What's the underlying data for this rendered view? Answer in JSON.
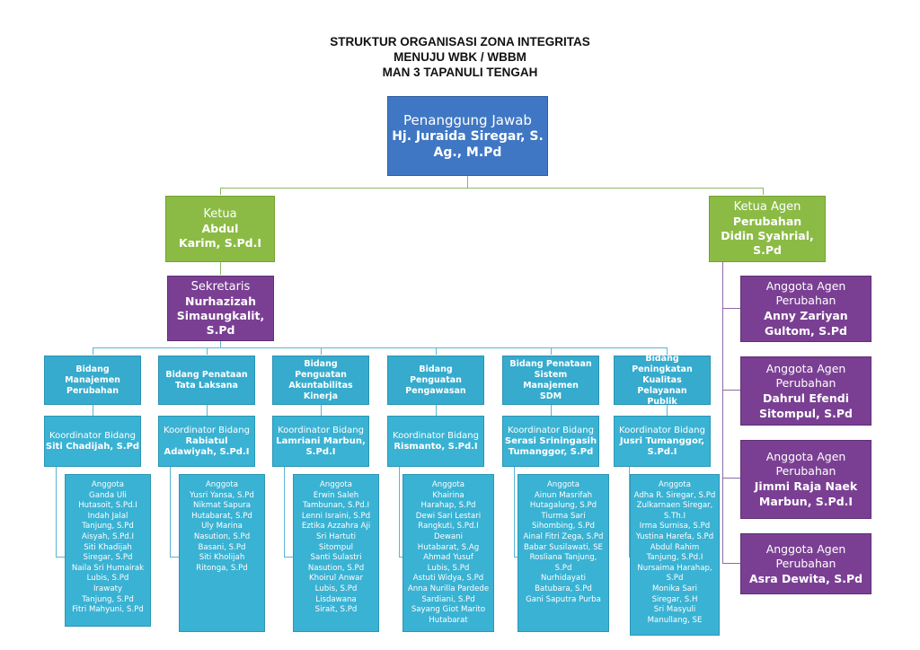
{
  "title": {
    "line1": "STRUKTUR ORGANISASI ZONA INTEGRITAS",
    "line2": "MENUJU WBK / WBBM",
    "line3": "MAN 3 TAPANULI TENGAH"
  },
  "penanggung_jawab": {
    "role": "Penanggung Jawab",
    "name_line1": "Hj. Juraida Siregar, S.",
    "name_line2": "Ag., M.Pd"
  },
  "ketua": {
    "role": "Ketua",
    "name_line1": "Abdul",
    "name_line2": "Karim, S.Pd.I"
  },
  "sekretaris": {
    "role": "Sekretaris",
    "name_line1": "Nurhazizah",
    "name_line2": "Simaungkalit, S.Pd"
  },
  "ketua_agen": {
    "role": "Ketua Agen",
    "name_line1": "Perubahan",
    "name_line2": "Didin Syahrial, S.Pd"
  },
  "anggota_agen": [
    {
      "role1": "Anggota Agen",
      "role2": "Perubahan",
      "name1": "Anny Zariyan",
      "name2": "Gultom, S.Pd"
    },
    {
      "role1": "Anggota Agen",
      "role2": "Perubahan",
      "name1": "Dahrul Efendi",
      "name2": "Sitompul, S.Pd"
    },
    {
      "role1": "Anggota Agen",
      "role2": "Perubahan",
      "name1": "Jimmi Raja Naek",
      "name2": "Marbun, S.Pd.I"
    },
    {
      "role1": "Anggota Agen",
      "role2": "Perubahan",
      "name1": "Asra Dewita, S.Pd",
      "name2": ""
    }
  ],
  "bidang": [
    {
      "title": [
        "Bidang Manajemen",
        "Perubahan"
      ],
      "koordinator_label": "Koordinator Bidang",
      "koordinator": [
        "Siti Chadijah, S.Pd"
      ],
      "anggota": [
        "Anggota",
        "Ganda Uli",
        "Hutasoit, S.Pd.I",
        "Indah Jalal",
        "Tanjung, S.Pd",
        "Aisyah, S.Pd.I",
        "Siti Khadijah",
        "Siregar, S.Pd",
        "Naila Sri Humairak",
        "Lubis, S.Pd",
        "Irawaty",
        "Tanjung, S.Pd",
        "Fitri Mahyuni, S.Pd"
      ]
    },
    {
      "title": [
        "Bidang Penataan",
        "Tata Laksana"
      ],
      "koordinator_label": "Koordinator Bidang",
      "koordinator": [
        "Rabiatul",
        "Adawiyah, S.Pd.I"
      ],
      "anggota": [
        "Anggota",
        "Yusri Yansa, S.Pd",
        "Nikmat Sapura",
        "Hutabarat, S.Pd",
        "Uly Marina",
        "Nasution, S.Pd",
        "Basani, S.Pd",
        "Siti Kholijah",
        "Ritonga, S.Pd"
      ]
    },
    {
      "title": [
        "Bidang Penguatan",
        "Akuntabilitas Kinerja"
      ],
      "koordinator_label": "Koordinator Bidang",
      "koordinator": [
        "Lamriani Marbun,",
        "S.Pd.I"
      ],
      "anggota": [
        "Anggota",
        "Erwin Saleh",
        "Tambunan, S.Pd.I",
        "Lenni Israini, S.Pd",
        "Eztika Azzahra Aji",
        "Sri Hartuti",
        "Sitompul",
        "Santi Sulastri",
        "Nasution, S.Pd",
        "Khoirul Anwar",
        "Lubis, S.Pd",
        "Lisdawana",
        "Sirait, S.Pd"
      ]
    },
    {
      "title": [
        "Bidang Penguatan",
        "Pengawasan"
      ],
      "koordinator_label": "Koordinator Bidang",
      "koordinator": [
        "Rismanto, S.Pd.I"
      ],
      "anggota": [
        "Anggota",
        "Khairina",
        "Harahap, S.Pd",
        "Dewi Sari Lestari",
        "Rangkuti, S.Pd.I",
        "Dewani",
        "Hutabarat, S.Ag",
        "Ahmad Yusuf",
        "Lubis, S.Pd",
        "Astuti Widya, S.Pd",
        "Anna Nurilla Pardede",
        "Sardiani, S.Pd",
        "Sayang Giot Marito",
        "Hutabarat"
      ]
    },
    {
      "title": [
        "Bidang Penataan",
        "Sistem Manajemen",
        "SDM"
      ],
      "koordinator_label": "Koordinator Bidang",
      "koordinator": [
        "Serasi Sriningasih",
        "Tumanggor, S.Pd"
      ],
      "anggota": [
        "Anggota",
        "Ainun Masrifah",
        "Hutagalung, S.Pd",
        "Tiurma Sari",
        "Sihombing, S.Pd",
        "Ainal Fitri Zega, S.Pd",
        "Babar Susilawati, SE",
        "Rosliana Tanjung,",
        "S.Pd",
        "Nurhidayati",
        "Batubara, S.Pd",
        "Gani Saputra Purba"
      ]
    },
    {
      "title": [
        "Bidang Peningkatan",
        "Kualitas Pelayanan",
        "Publik"
      ],
      "koordinator_label": "Koordinator Bidang",
      "koordinator": [
        "Jusri Tumanggor,",
        "S.Pd.I"
      ],
      "anggota": [
        "Anggota",
        "Adha R. Siregar, S.Pd",
        "Zulkarnaen Siregar,",
        "S.Th.I",
        "Irma Surnisa, S.Pd",
        "Yustina Harefa, S.Pd",
        "Abdul Rahim",
        "Tanjung, S.Pd.I",
        "Nursaima Harahap,",
        "S.Pd",
        "Monika Sari",
        "Siregar, S.H",
        "Sri Masyuli",
        "Manullang, SE"
      ]
    }
  ]
}
